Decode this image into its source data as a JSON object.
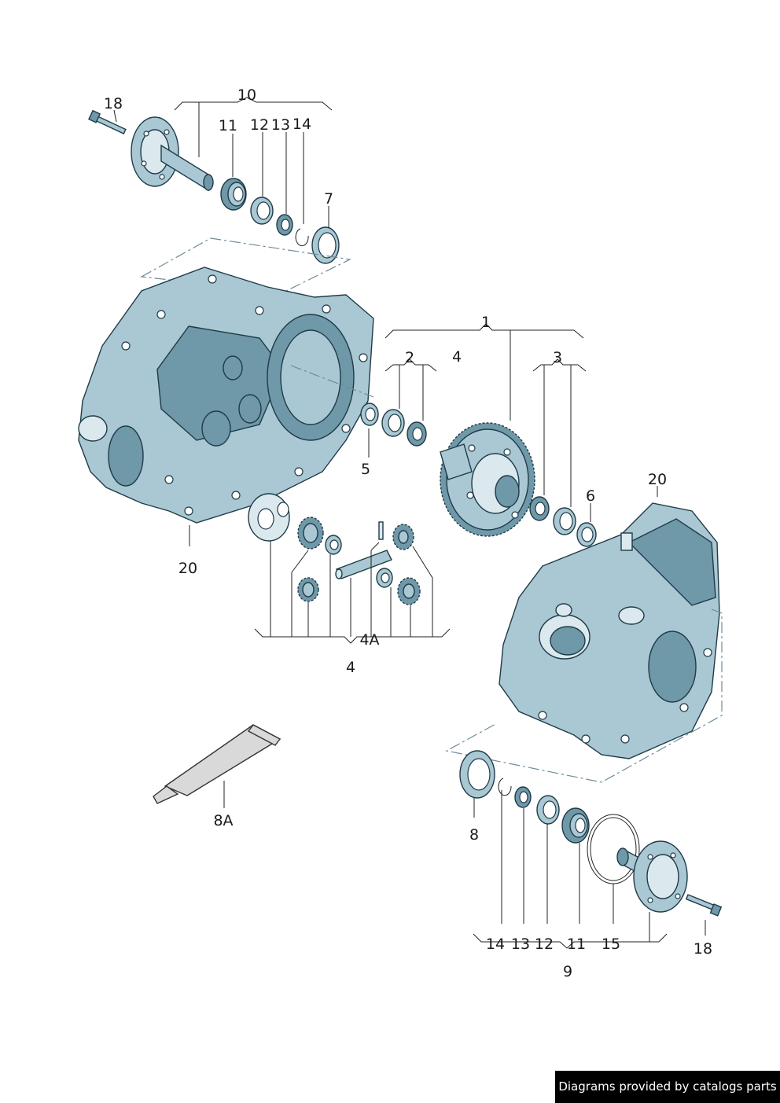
{
  "labels": {
    "top_group_10": "10",
    "top_bolt_18": "18",
    "top_11": "11",
    "top_12": "12",
    "top_13": "13",
    "top_14": "14",
    "top_7": "7",
    "group_1": "1",
    "group_2": "2",
    "label_4_top": "4",
    "group_3": "3",
    "label_5": "5",
    "label_6": "6",
    "left_housing_20": "20",
    "right_housing_20": "20",
    "label_4A": "4A",
    "label_4_bottom": "4",
    "label_8A": "8A",
    "label_8": "8",
    "bot_14": "14",
    "bot_13": "13",
    "bot_12": "12",
    "bot_11": "11",
    "bot_15": "15",
    "bot_18": "18",
    "group_9": "9"
  },
  "colors": {
    "part_fill": "#a9c8d3",
    "part_dark": "#6f98a8",
    "part_outline": "#1f3b48",
    "leader": "#222222",
    "dash_outline": "#6f8c99",
    "tube_fill": "#d9d9d9",
    "credit_bg": "#000000",
    "credit_text": "#ffffff"
  },
  "credit": "Diagrams provided by catalogs parts"
}
